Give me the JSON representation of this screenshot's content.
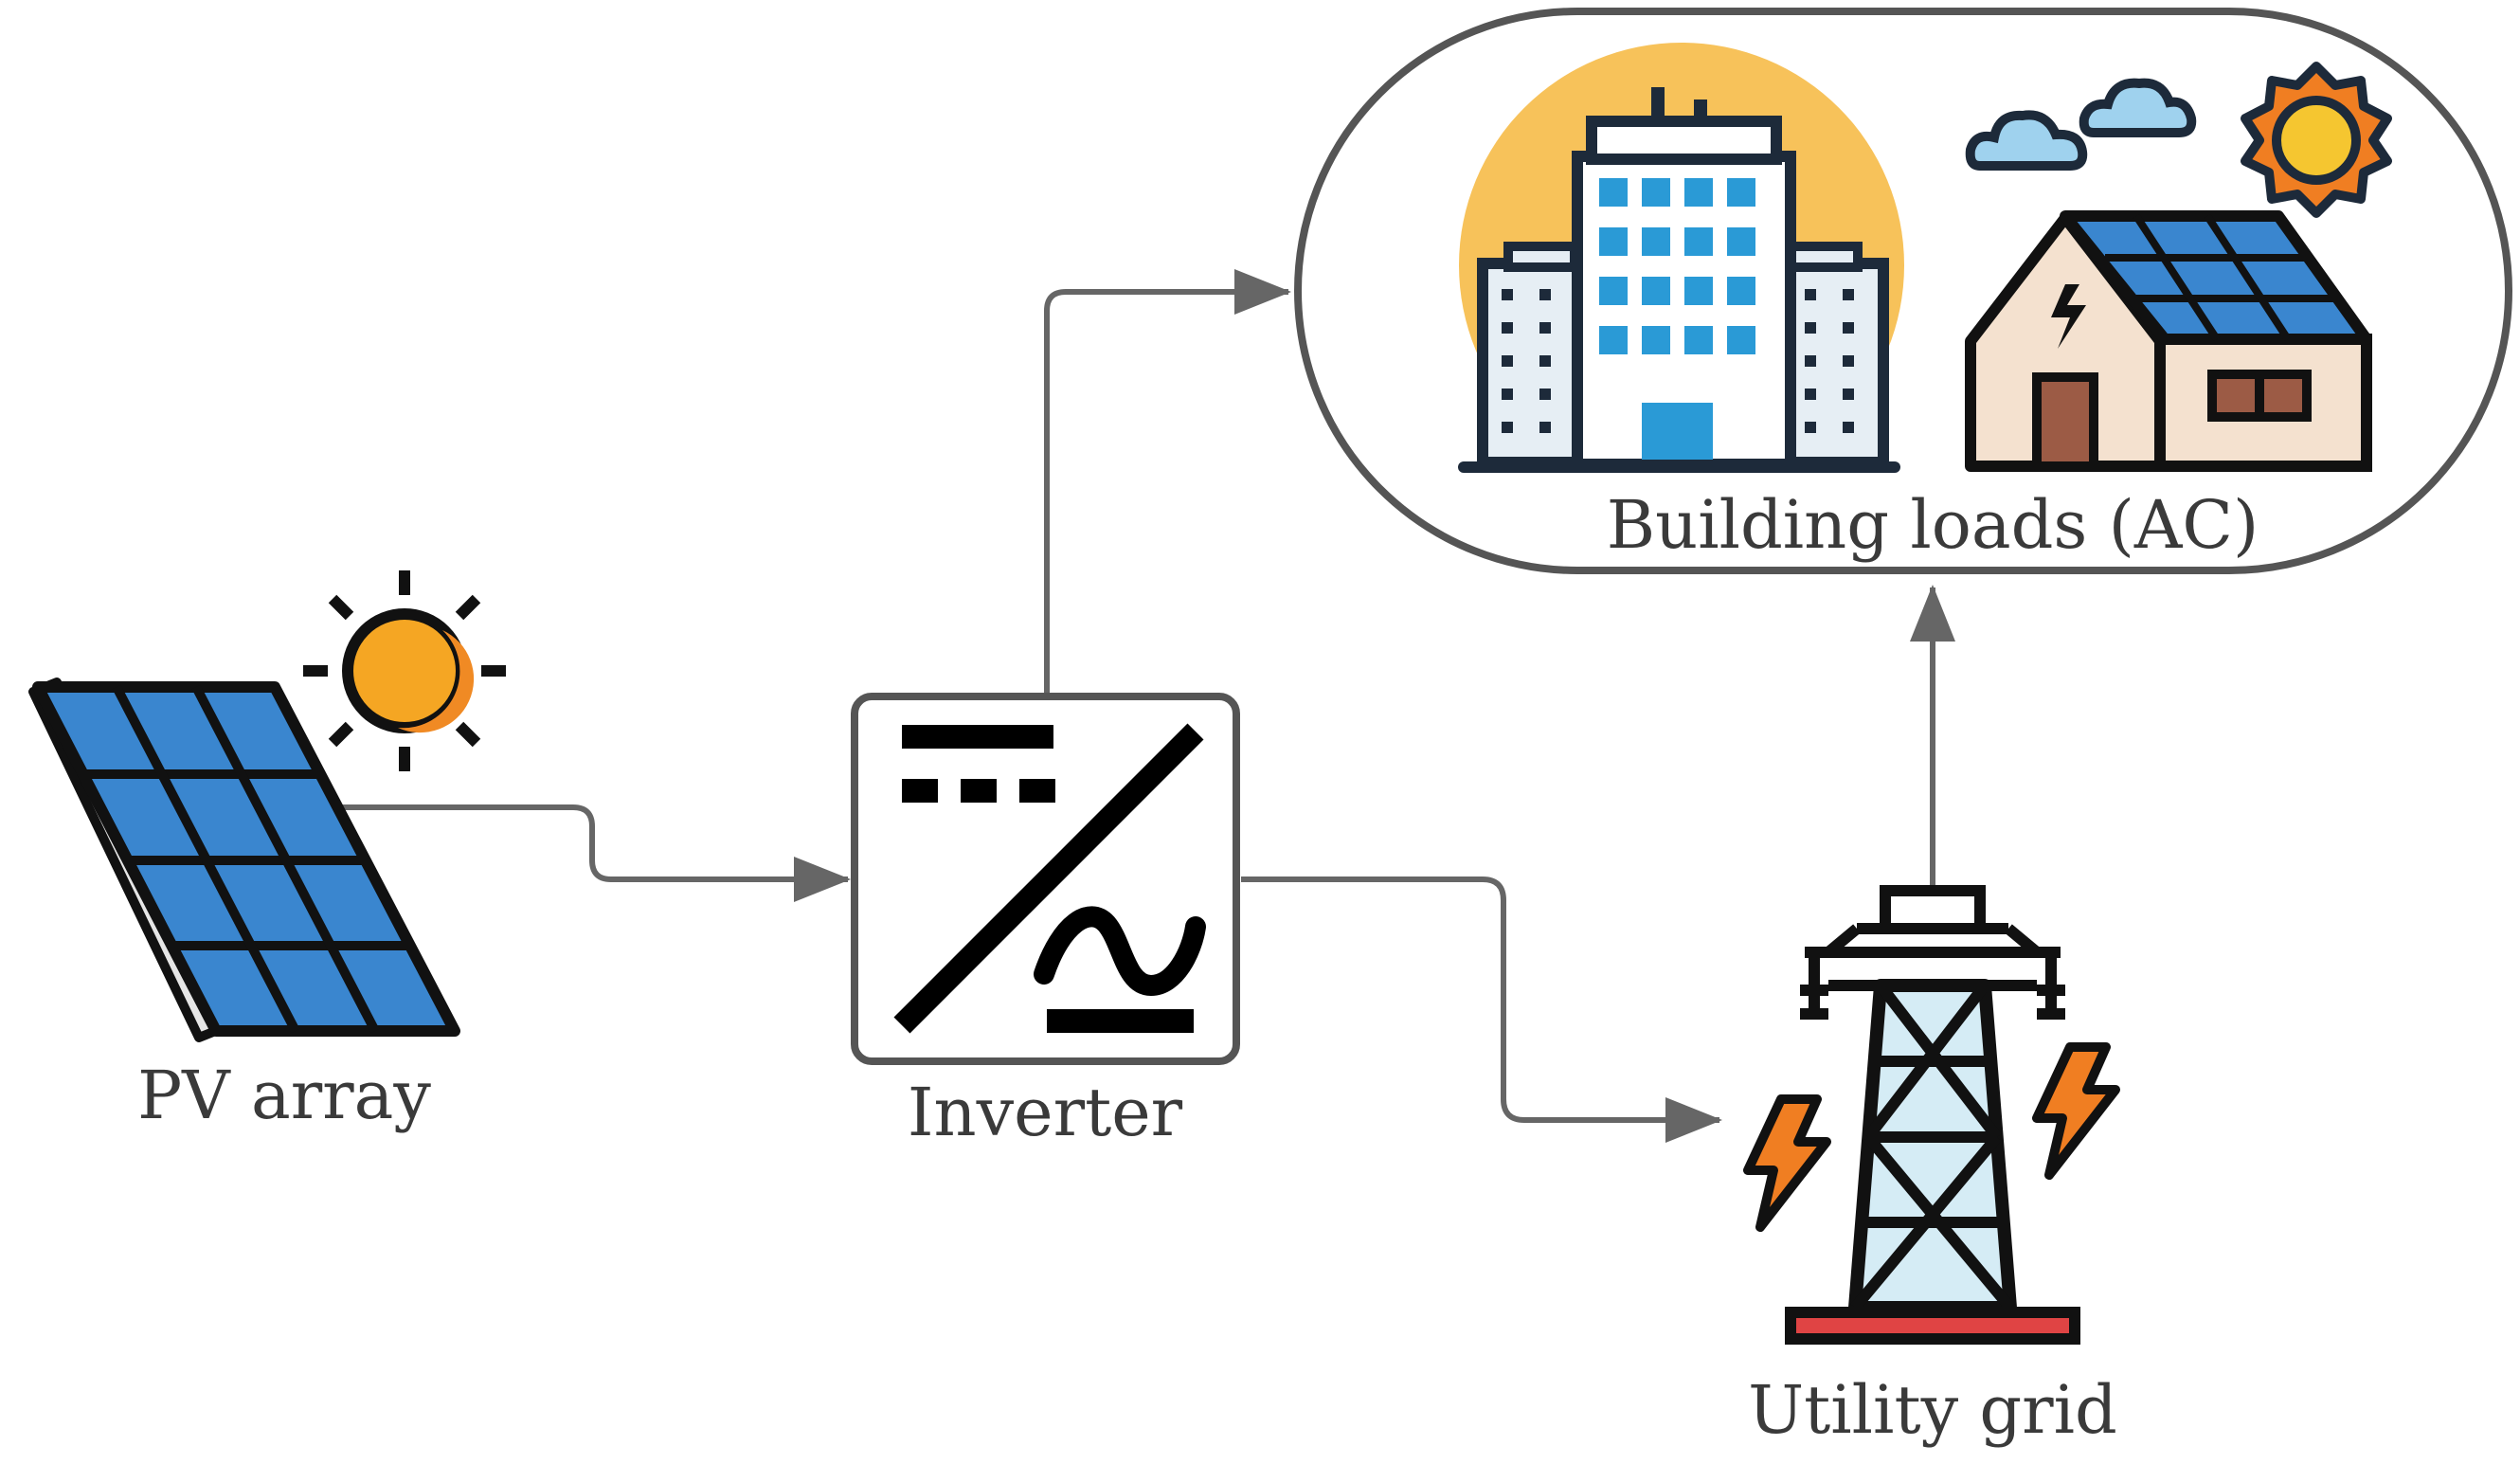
{
  "nodes": {
    "pv_array": {
      "label": "PV array"
    },
    "inverter": {
      "label": "Inverter"
    },
    "building_loads": {
      "label": "Building loads (AC)"
    },
    "utility_grid": {
      "label": "Utility grid"
    }
  },
  "edges": [
    {
      "from": "pv_array",
      "to": "inverter"
    },
    {
      "from": "inverter",
      "to": "building_loads"
    },
    {
      "from": "inverter",
      "to": "utility_grid"
    },
    {
      "from": "utility_grid",
      "to": "building_loads"
    }
  ],
  "colors": {
    "connector": "#666666",
    "panel_cell": "#3a86cf",
    "sun": "#f5a623",
    "sun_glow": "#f7c25a",
    "building_window": "#2a9ad6",
    "house_wall": "#f4e1cf",
    "house_door": "#9c5b45",
    "cloud": "#9fd2ee",
    "lightning": "#f07e22",
    "tower_fill": "#d5ecf5",
    "grid_base": "#e04444"
  },
  "icons": {
    "pv_array": "solar-panel-icon",
    "sun": "sun-icon",
    "inverter": "dc-ac-inverter-icon",
    "office_building": "office-building-icon",
    "house": "solar-house-icon",
    "tower": "transmission-tower-icon"
  }
}
